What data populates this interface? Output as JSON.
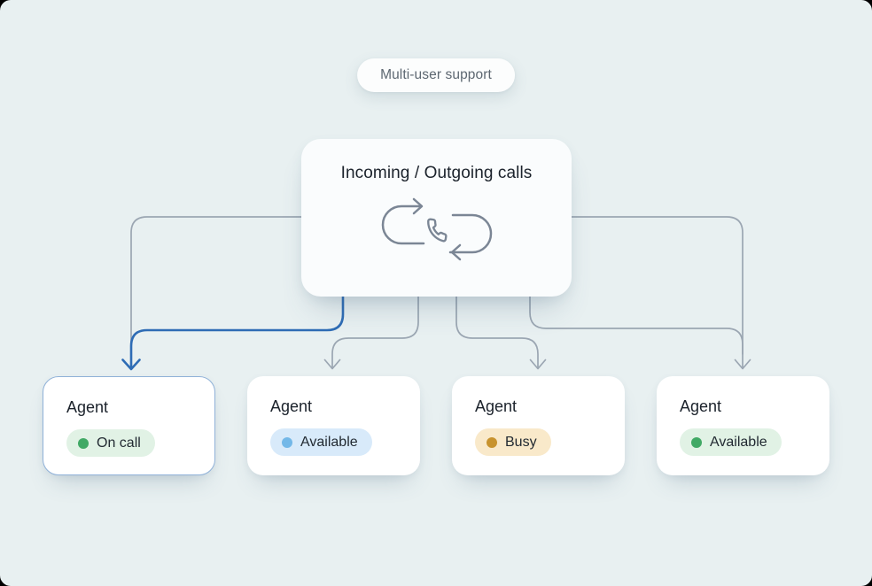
{
  "canvas": {
    "background": "#e8f0f1",
    "frame": "#000000"
  },
  "badge": {
    "label": "Multi-user support"
  },
  "hub": {
    "title": "Incoming / Outgoing calls",
    "icon": "phone-sync-icon"
  },
  "agents": [
    {
      "label": "Agent",
      "status": "On call",
      "status_color": "green",
      "dot": "#41a965",
      "pill_bg": "#e1f2e5",
      "highlighted": true
    },
    {
      "label": "Agent",
      "status": "Available",
      "status_color": "blue",
      "dot": "#73b8e8",
      "pill_bg": "#d8eafa",
      "highlighted": false
    },
    {
      "label": "Agent",
      "status": "Busy",
      "status_color": "amber",
      "dot": "#c8932e",
      "pill_bg": "#f9e9ca",
      "highlighted": false
    },
    {
      "label": "Agent",
      "status": "Available",
      "status_color": "green",
      "dot": "#41a965",
      "pill_bg": "#e1f2e5",
      "highlighted": false
    }
  ],
  "connectors": {
    "default_color": "#9ba6b2",
    "active_color": "#2e6cb5",
    "active_route": "hub-to-agent-1",
    "highlight_border": "#8fb1d8"
  }
}
